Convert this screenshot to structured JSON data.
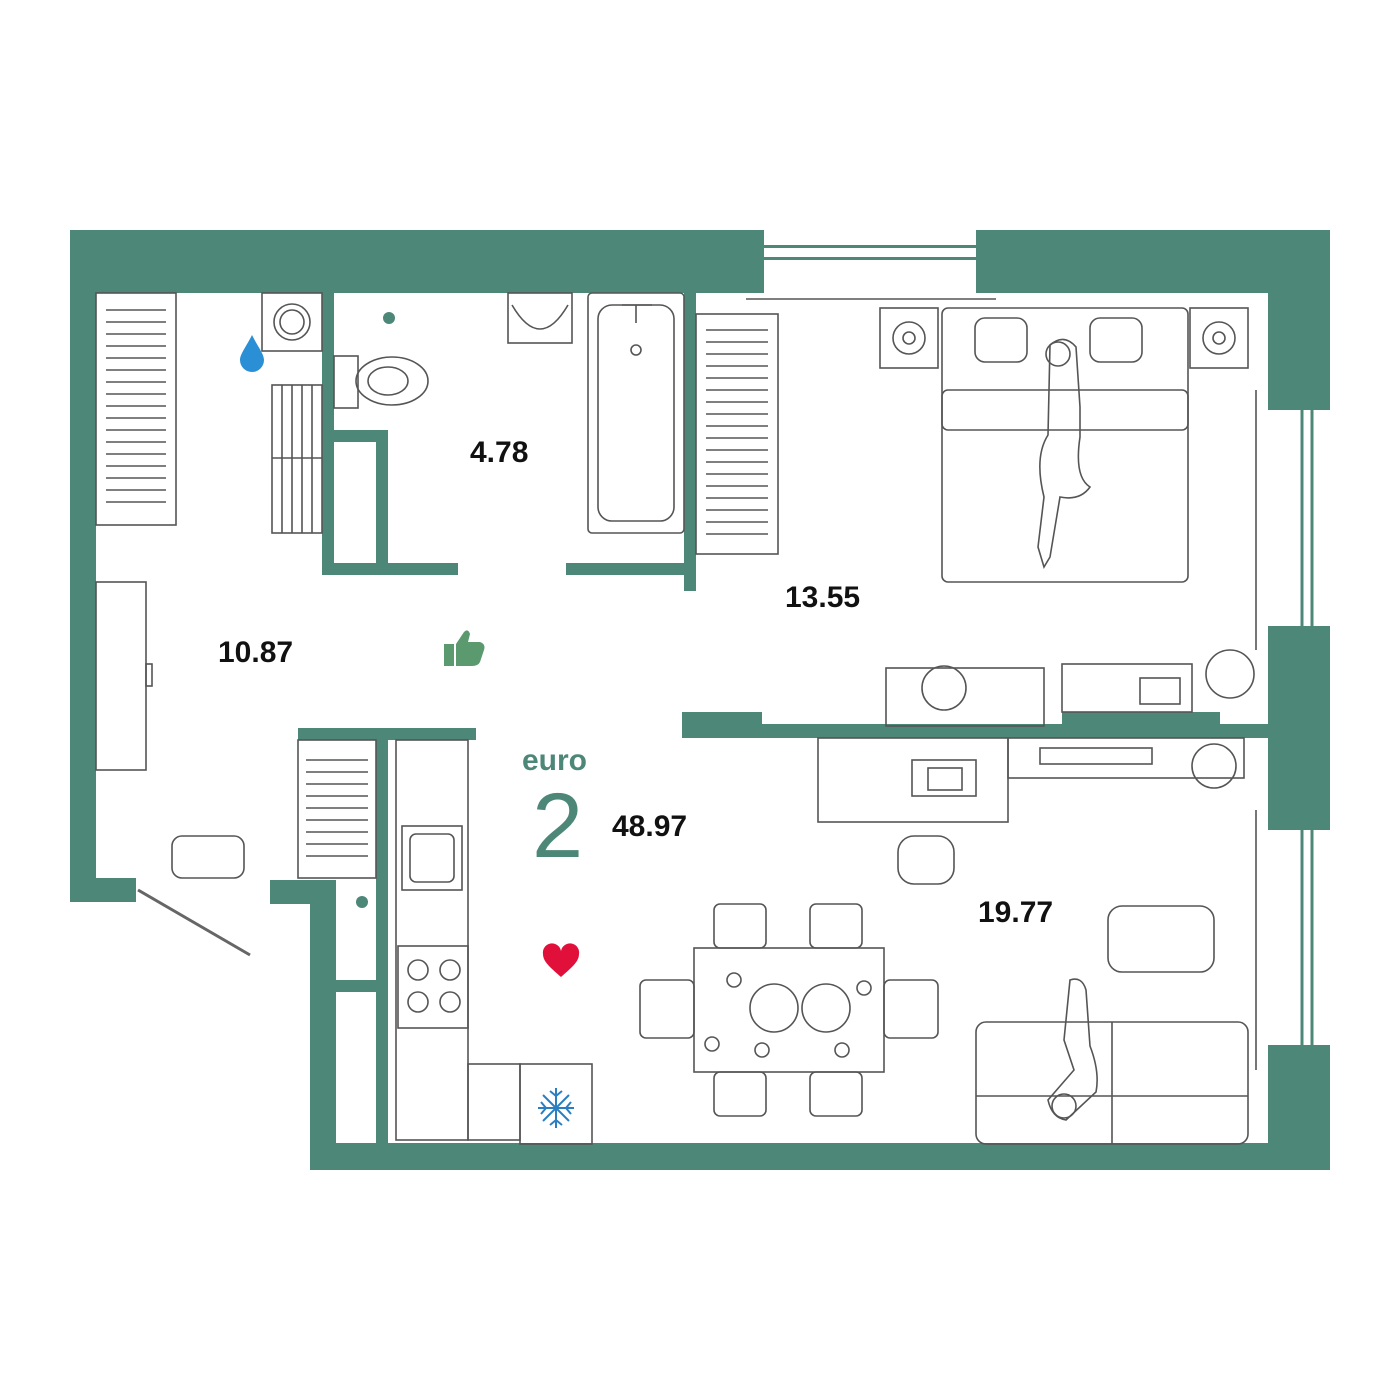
{
  "plan": {
    "apartment_type": "euro",
    "rooms": "2",
    "total_area": "48.97",
    "rooms_areas": {
      "bathroom": "4.78",
      "hallway": "10.87",
      "bedroom": "13.55",
      "living_kitchen": "19.77"
    },
    "colors": {
      "wall": "#4d8778",
      "furniture_line": "#555555",
      "accent_green": "#4d8778",
      "thumb_icon": "#5a9a6e",
      "water_drop": "#2b8fd6",
      "heart": "#e0103a",
      "snowflake": "#2b7fc1"
    },
    "icons": [
      "water-drop-icon",
      "thumbs-up-icon",
      "heart-icon",
      "snowflake-icon"
    ]
  }
}
